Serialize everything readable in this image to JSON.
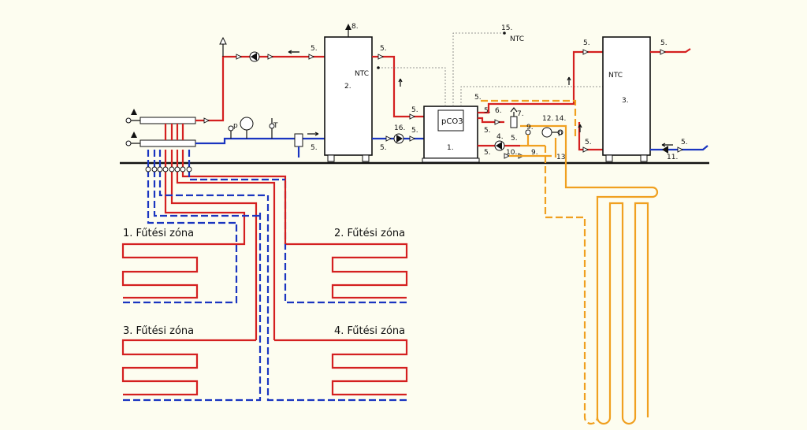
{
  "zones": [
    {
      "id": "zone-1",
      "title": "1. Fűtési zóna"
    },
    {
      "id": "zone-2",
      "title": "2. Fűtési zóna"
    },
    {
      "id": "zone-3",
      "title": "3. Fűtési zóna"
    },
    {
      "id": "zone-4",
      "title": "4. Fűtési zóna"
    }
  ],
  "units": {
    "controller": "pCO3",
    "heat_pump_no": "1.",
    "tank_2_no": "2.",
    "tank_3_no": "3."
  },
  "labels": {
    "ntc": "NTC",
    "p": "p",
    "t": "T",
    "n5": "5.",
    "n6": "6.",
    "n7": "7.",
    "n8": "8.",
    "n9": "9.",
    "n10": "10.",
    "n11": "11.",
    "n12": "12.",
    "n13": "13",
    "n14": "14.",
    "n15": "15.",
    "n16": "16.",
    "n4": "4."
  },
  "colors": {
    "supply": "#d42020",
    "return": "#1a35c0",
    "ground_loop": "#f0a020",
    "outline": "#111111",
    "background": "#fdfdf0"
  }
}
